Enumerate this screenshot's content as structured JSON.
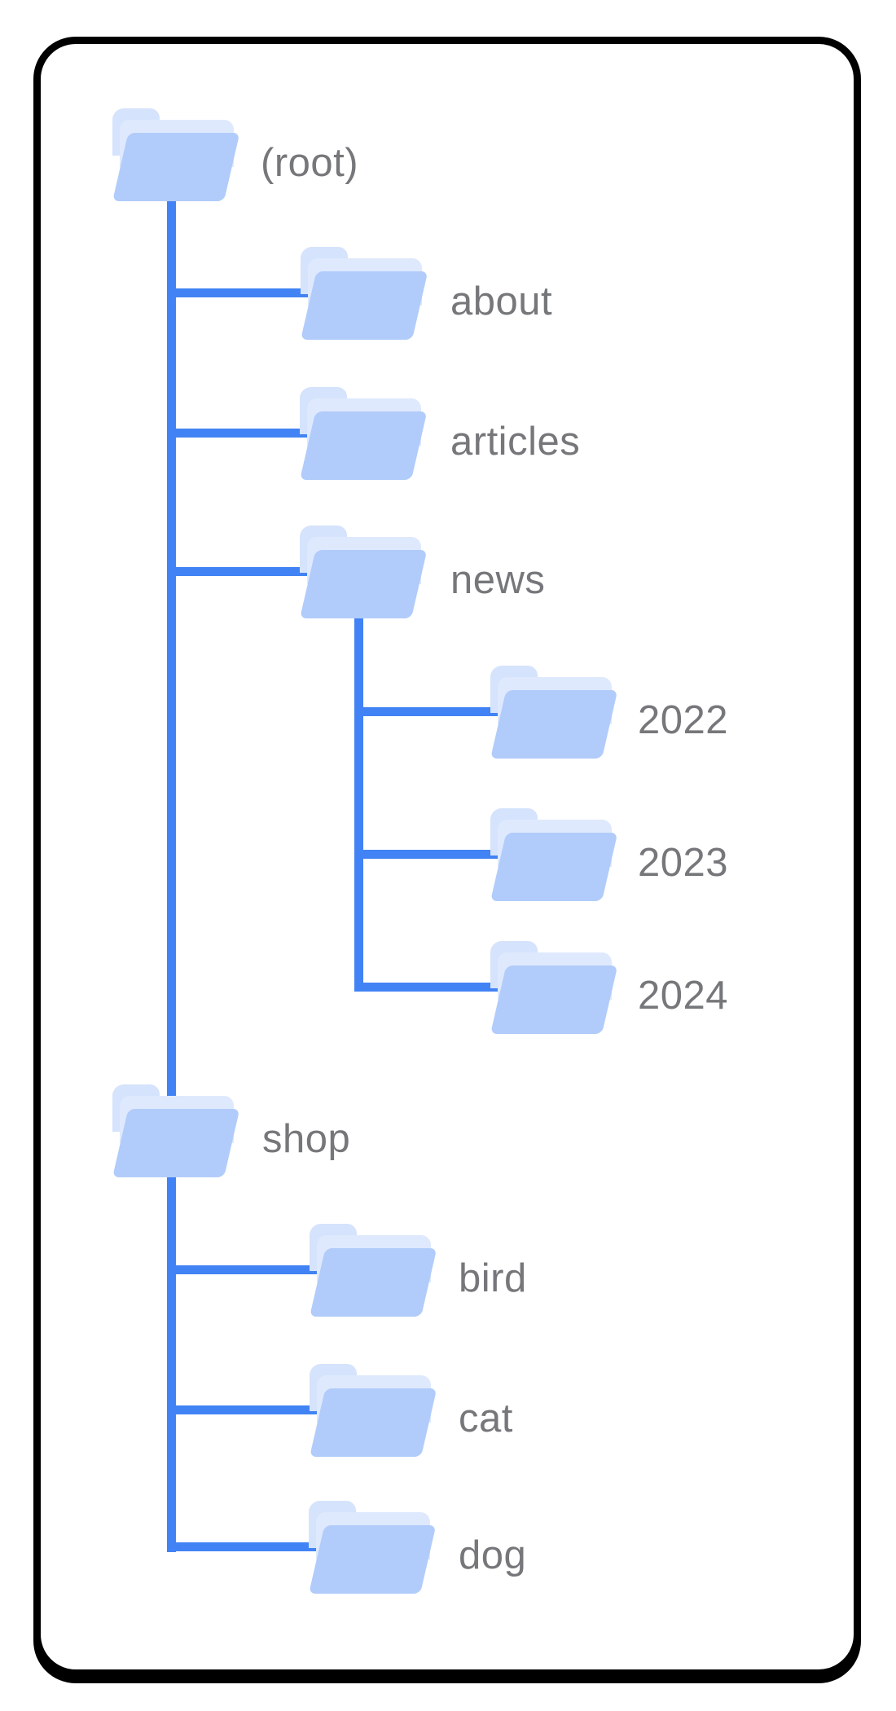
{
  "diagram": {
    "description": "Website folder structure tree diagram",
    "nodes": [
      {
        "id": "root",
        "label": "(root)",
        "parent": null
      },
      {
        "id": "about",
        "label": "about",
        "parent": "root"
      },
      {
        "id": "articles",
        "label": "articles",
        "parent": "root"
      },
      {
        "id": "news",
        "label": "news",
        "parent": "root"
      },
      {
        "id": "y2022",
        "label": "2022",
        "parent": "news"
      },
      {
        "id": "y2023",
        "label": "2023",
        "parent": "news"
      },
      {
        "id": "y2024",
        "label": "2024",
        "parent": "news"
      },
      {
        "id": "shop",
        "label": "shop",
        "parent": "root"
      },
      {
        "id": "bird",
        "label": "bird",
        "parent": "shop"
      },
      {
        "id": "cat",
        "label": "cat",
        "parent": "shop"
      },
      {
        "id": "dog",
        "label": "dog",
        "parent": "shop"
      }
    ]
  },
  "colors": {
    "connector_line": "#4183f4",
    "folder_front": "#b1ccfa",
    "folder_sheet": "#dfe9fd",
    "folder_tab": "#d5e3fc",
    "label_text": "#76777a",
    "card_border": "#000000",
    "background": "#ffffff"
  }
}
